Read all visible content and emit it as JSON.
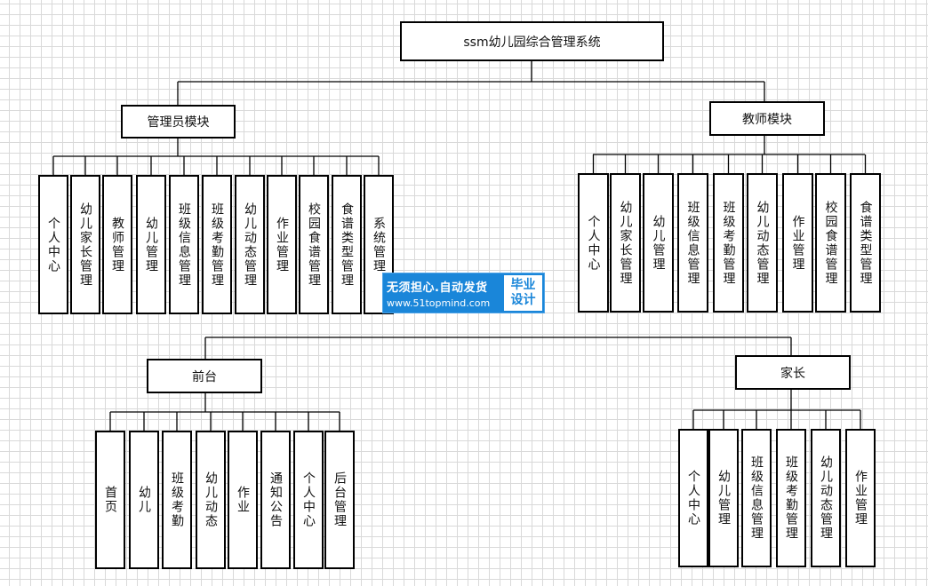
{
  "title": "ssm幼儿园综合管理系统",
  "modules": {
    "admin": {
      "label": "管理员模块",
      "items": [
        "个人中心",
        "幼儿家长管理",
        "教师管理",
        "幼儿管理",
        "班级信息管理",
        "班级考勤管理",
        "幼儿动态管理",
        "作业管理",
        "校园食谱管理",
        "食谱类型管理",
        "系统管理"
      ]
    },
    "teacher": {
      "label": "教师模块",
      "items": [
        "个人中心",
        "幼儿家长管理",
        "幼儿管理",
        "班级信息管理",
        "班级考勤管理",
        "幼儿动态管理",
        "作业管理",
        "校园食谱管理",
        "食谱类型管理"
      ]
    },
    "front": {
      "label": "前台",
      "items": [
        "首页",
        "幼儿",
        "班级考勤",
        "幼儿动态",
        "作业",
        "通知公告",
        "个人中心",
        "后台管理"
      ]
    },
    "parent": {
      "label": "家长",
      "items": [
        "个人中心",
        "幼儿管理",
        "班级信息管理",
        "班级考勤管理",
        "幼儿动态管理",
        "作业管理"
      ]
    }
  },
  "watermark": {
    "main": "无须担心.自动发货",
    "url": "www.51topmind.com",
    "badge_line1": "毕业",
    "badge_line2": "设计"
  }
}
